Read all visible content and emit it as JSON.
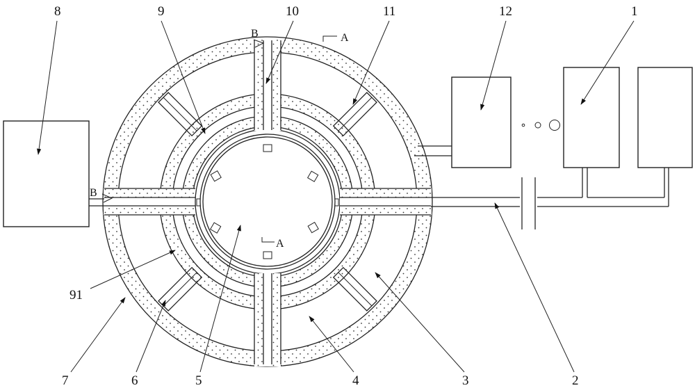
{
  "diagram": {
    "labels": {
      "l1": "1",
      "l2": "2",
      "l3": "3",
      "l4": "4",
      "l5": "5",
      "l6": "6",
      "l7": "7",
      "l8": "8",
      "l9": "9",
      "l10": "10",
      "l11": "11",
      "l12": "12",
      "l91": "91"
    },
    "section_marks": {
      "a_top": "A",
      "a_inner": "A",
      "b_top": "B",
      "b_left": "B"
    }
  }
}
